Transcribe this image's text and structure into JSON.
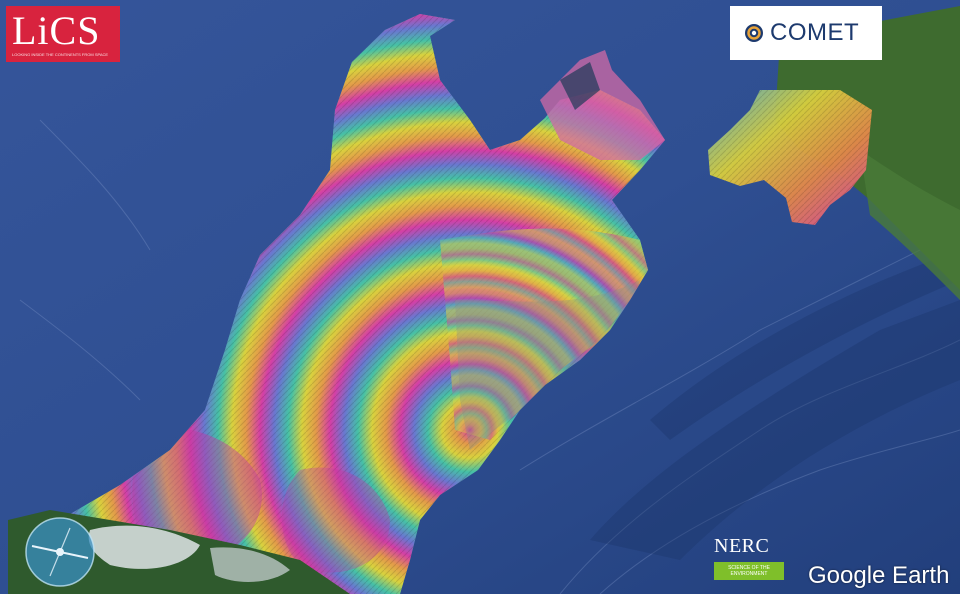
{
  "map": {
    "branding": {
      "lics": {
        "name": "LiCS",
        "subtitle": "LOOKING INSIDE THE CONTINENTS FROM SPACE",
        "color": "#d8233e"
      },
      "comet": {
        "name": "COMET",
        "color": "#1d3a6e"
      },
      "nerc": {
        "name": "NERC",
        "subtitle": "SCIENCE OF THE ENVIRONMENT",
        "color": "#7fbf2a"
      },
      "attribution": "Google Earth"
    },
    "colors": {
      "ocean": "#2f4f92",
      "ocean_deep": "#1d3a73",
      "land_green": "#3e6b2f",
      "land_snow": "#dfe5e8"
    },
    "legend_icons": [
      "compass-rose-icon"
    ]
  }
}
